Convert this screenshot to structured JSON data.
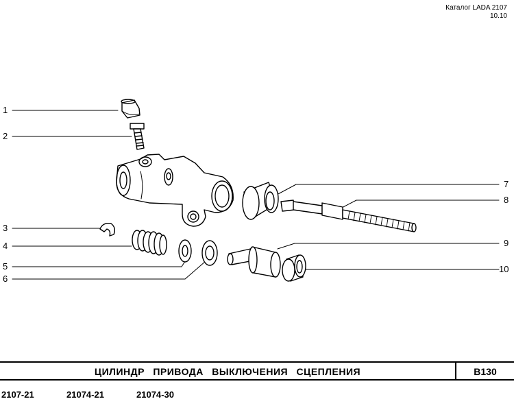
{
  "header": {
    "catalog_line1": "Каталог LADA 2107",
    "catalog_line2": "10.10"
  },
  "callouts": [
    "1",
    "2",
    "3",
    "4",
    "5",
    "6",
    "7",
    "8",
    "9",
    "10"
  ],
  "title_bar": {
    "title": "ЦИЛИНДР ПРИВОДА ВЫКЛЮЧЕНИЯ СЦЕПЛЕНИЯ",
    "code": "B130"
  },
  "models": [
    "2107-21",
    "21074-21",
    "21074-30"
  ]
}
